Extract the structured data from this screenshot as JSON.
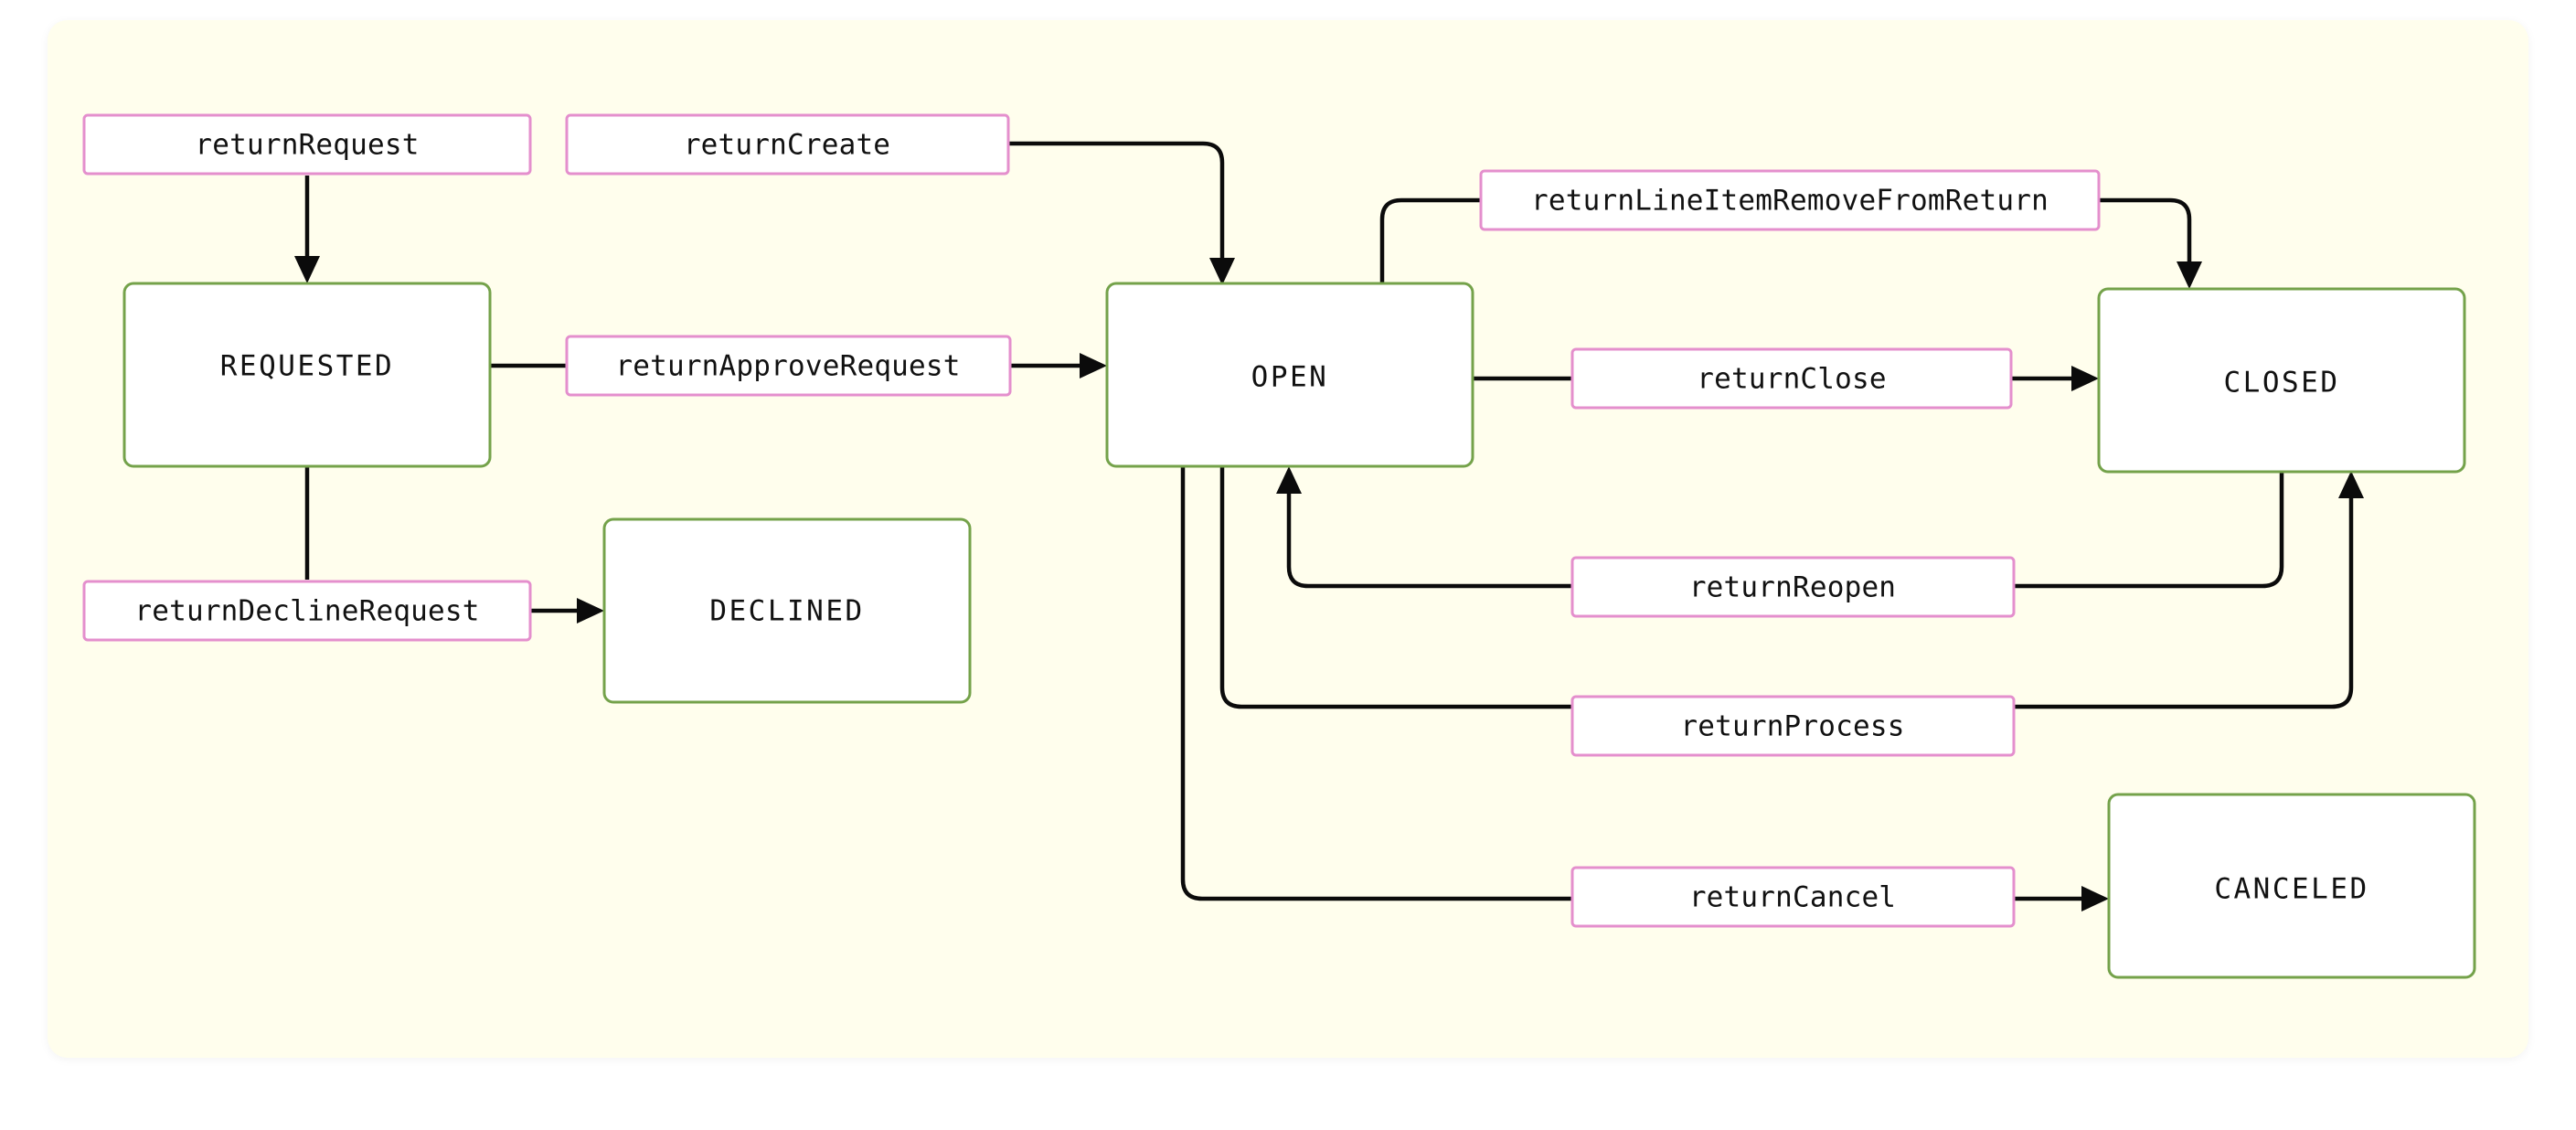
{
  "diagram": {
    "type": "state-machine",
    "title": "",
    "colors": {
      "canvas_background": "#ffffff",
      "panel_background": "#fffeed",
      "state_border": "#74a24a",
      "state_fill": "#ffffff",
      "transition_border": "#e48fcd",
      "transition_fill": "#ffffff",
      "edge": "#0b0b0b",
      "text": "#111111"
    },
    "states": [
      {
        "id": "requested",
        "label": "REQUESTED"
      },
      {
        "id": "declined",
        "label": "DECLINED"
      },
      {
        "id": "open",
        "label": "OPEN"
      },
      {
        "id": "closed",
        "label": "CLOSED"
      },
      {
        "id": "canceled",
        "label": "CANCELED"
      }
    ],
    "transitions": [
      {
        "id": "return-request",
        "label": "returnRequest",
        "from": "",
        "to": "requested"
      },
      {
        "id": "return-create",
        "label": "returnCreate",
        "from": "",
        "to": "open"
      },
      {
        "id": "return-approve-request",
        "label": "returnApproveRequest",
        "from": "requested",
        "to": "open"
      },
      {
        "id": "return-decline-request",
        "label": "returnDeclineRequest",
        "from": "requested",
        "to": "declined"
      },
      {
        "id": "return-line-item-remove-from-return",
        "label": "returnLineItemRemoveFromReturn",
        "from": "open",
        "to": "closed"
      },
      {
        "id": "return-close",
        "label": "returnClose",
        "from": "open",
        "to": "closed"
      },
      {
        "id": "return-reopen",
        "label": "returnReopen",
        "from": "closed",
        "to": "open"
      },
      {
        "id": "return-process",
        "label": "returnProcess",
        "from": "open",
        "to": "closed"
      },
      {
        "id": "return-cancel",
        "label": "returnCancel",
        "from": "open",
        "to": "canceled"
      }
    ]
  }
}
